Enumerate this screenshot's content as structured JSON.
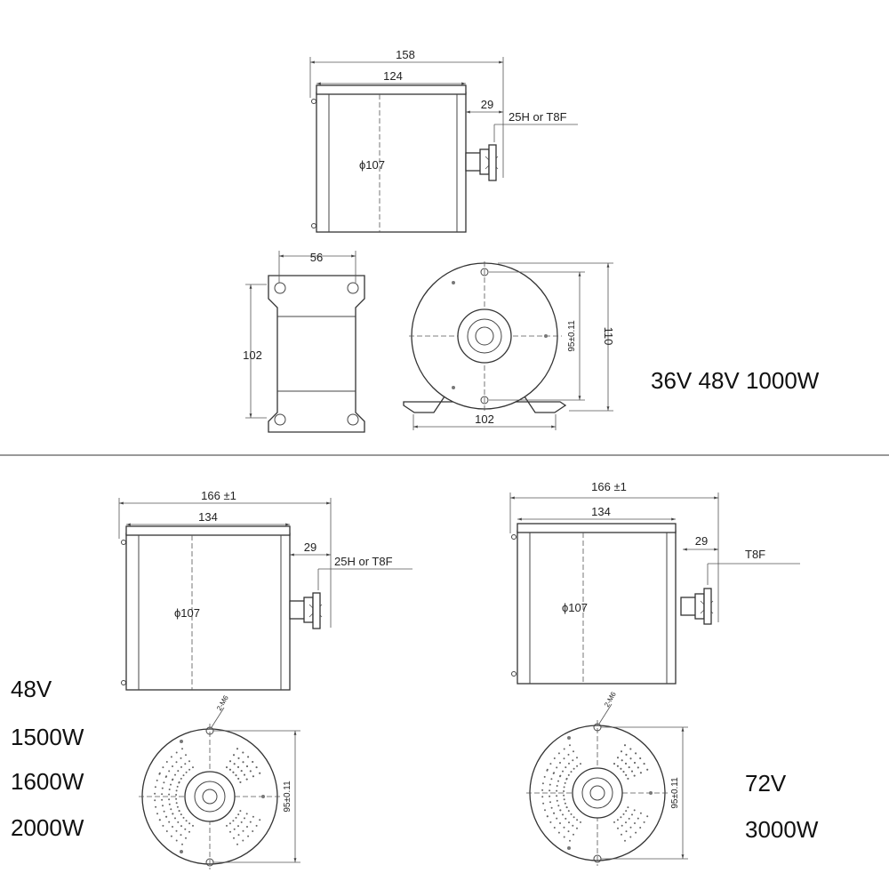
{
  "top": {
    "dims": {
      "overall": "158",
      "body": "124",
      "shaft": "29",
      "sprocket": "25H or T8F",
      "diameter": "ϕ107",
      "width": "56",
      "height": "102",
      "bolt_spacing": "95±0.11",
      "total_height": "110",
      "base": "102"
    },
    "spec": "36V 48V 1000W"
  },
  "bottom_left": {
    "dims": {
      "overall": "166 ±1",
      "body": "134",
      "shaft": "29",
      "sprocket": "25H or T8F",
      "diameter": "ϕ107",
      "mount": "2-M6",
      "bolt_spacing": "95±0.11"
    },
    "voltage": "48V",
    "powers": [
      "1500W",
      "1600W",
      "2000W"
    ]
  },
  "bottom_right": {
    "dims": {
      "overall": "166 ±1",
      "body": "134",
      "shaft": "29",
      "sprocket": "T8F",
      "diameter": "ϕ107",
      "mount": "2-M6",
      "bolt_spacing": "95±0.11"
    },
    "voltage": "72V",
    "power": "3000W"
  }
}
